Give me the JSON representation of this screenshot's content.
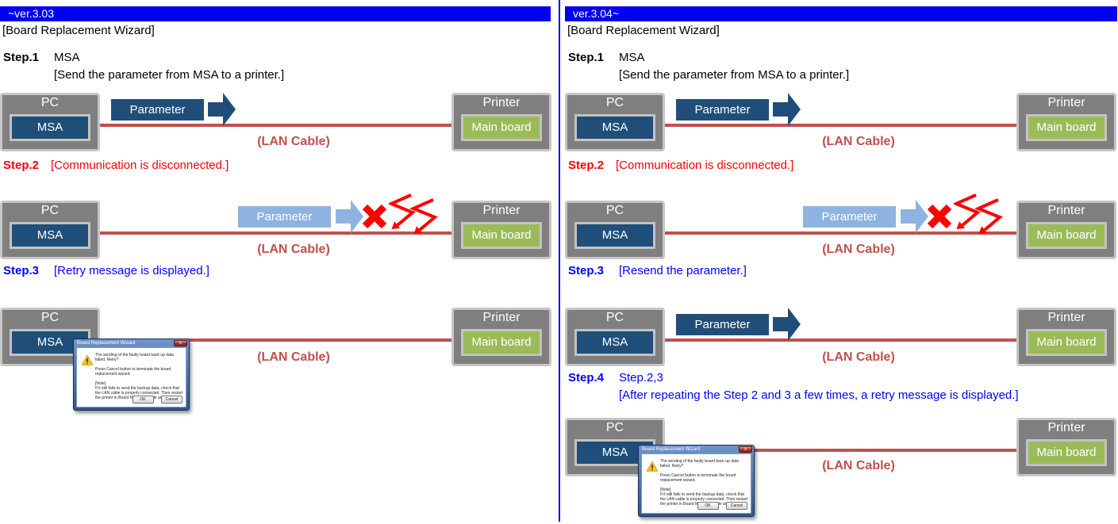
{
  "left_panel": {
    "version": "~ver.3.03",
    "subtitle": "[Board Replacement Wizard]",
    "step1": {
      "label": "Step.1",
      "line1": "MSA",
      "line2": "[Send the parameter from MSA to a printer.]"
    },
    "step2": {
      "label": "Step.2",
      "line1": "[Communication is disconnected.]"
    },
    "step3": {
      "label": "Step.3",
      "line1": "[Retry message is displayed.]"
    }
  },
  "right_panel": {
    "version": "ver.3.04~",
    "subtitle": "[Board Replacement Wizard]",
    "step1": {
      "label": "Step.1",
      "line1": "MSA",
      "line2": "[Send the parameter from MSA to a printer.]"
    },
    "step2": {
      "label": "Step.2",
      "line1": "[Communication is disconnected.]"
    },
    "step3": {
      "label": "Step.3",
      "line1": "[Resend the parameter.]"
    },
    "step4": {
      "label": "Step.4",
      "line1": "Step.2,3",
      "line2": "[After repeating the Step 2 and 3 a few times, a retry message is displayed.]"
    }
  },
  "diagram": {
    "pc": "PC",
    "msa": "MSA",
    "printer": "Printer",
    "main_board": "Main board",
    "parameter": "Parameter",
    "lan_cable": "(LAN Cable)"
  },
  "dialog": {
    "title": "Board Replacement Wizard",
    "message1": "The sending of the faulty board back up data failed. Retry?",
    "message2": "Press Cancel button to terminate the board replacement wizard.",
    "note_label": "[Note]",
    "note_text": "If it still fails to send the backup data, check that the LAN cable is properly connected. Then restart the printer in Board Manager Mode and try again.",
    "warning_glyph": "!",
    "ok_button": "OK",
    "cancel_button": "Cancel",
    "close_glyph": "x"
  },
  "colors": {
    "header_blue": "#0000F0",
    "dark_blue": "#1F4E79",
    "light_blue": "#8FB3E0",
    "lan_red": "#C0504D",
    "step_red": "#FF0000",
    "step_blue": "#0000FF",
    "board_green": "#9BBB59",
    "device_gray": "#7F7F7F",
    "disconnect_red": "#FF0000"
  }
}
